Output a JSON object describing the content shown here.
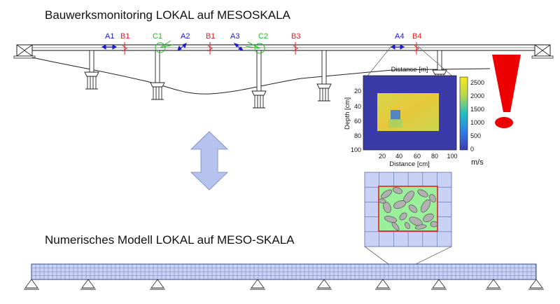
{
  "titles": {
    "top": "Bauwerksmonitoring LOKAL auf MESOSKALA",
    "bottom": "Numerisches Modell LOKAL auf MESO-SKALA"
  },
  "colors": {
    "sensor_a": "#1a1acc",
    "sensor_b": "#dd2222",
    "sensor_c": "#22bb22",
    "arrow_fill": "#b7c3ef",
    "mesh_fill": "#c9d2f4",
    "mesh_line": "#5a6aa8",
    "alert": "#ee0000",
    "heatmap_bg": "#3a3aa8"
  },
  "sensors": [
    {
      "label": "A1",
      "type": "a"
    },
    {
      "label": "B1",
      "type": "b"
    },
    {
      "label": "C1",
      "type": "c"
    },
    {
      "label": "A2",
      "type": "a"
    },
    {
      "label": "B1",
      "type": "b"
    },
    {
      "label": "A3",
      "type": "a"
    },
    {
      "label": "C2",
      "type": "c"
    },
    {
      "label": "B3",
      "type": "b"
    },
    {
      "label": "A4",
      "type": "a"
    },
    {
      "label": "B4",
      "type": "b"
    }
  ],
  "heatmap": {
    "top_xlabel": "Distance [m]",
    "xlabel": "Distance [cm]",
    "ylabel": "Depth [cm]",
    "xticks": [
      "20",
      "40",
      "60",
      "80",
      "100"
    ],
    "yticks": [
      "20",
      "40",
      "60",
      "80",
      "100"
    ],
    "colorbar_ticks": [
      "2500",
      "2000",
      "1500",
      "1000",
      "500",
      "0"
    ],
    "unit": "m/s"
  },
  "icons": {
    "alert": "exclamation-mark-icon",
    "exchange": "double-arrow-icon"
  }
}
